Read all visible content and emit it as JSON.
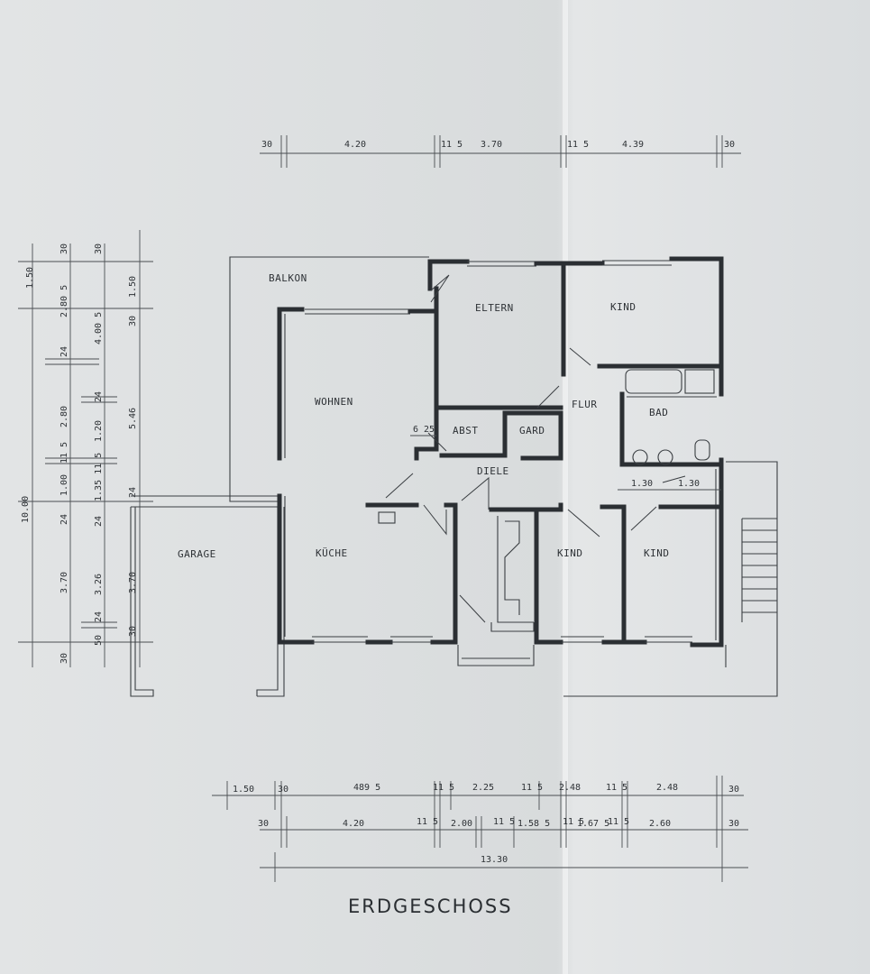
{
  "plan": {
    "title": "ERDGESCHOSS",
    "rooms": {
      "balkon": "BALKON",
      "eltern": "ELTERN",
      "kind_ne": "KIND",
      "wohnen": "WOHNEN",
      "flur": "FLUR",
      "bad": "BAD",
      "abst": "ABST",
      "gard": "GARD",
      "diele": "DIELE",
      "garage": "GARAGE",
      "kueche": "KÜCHE",
      "kind_s1": "KIND",
      "kind_s2": "KIND"
    },
    "top_dims": [
      "30",
      "4.20",
      "11 5",
      "3.70",
      "11 5",
      "4.39",
      "30"
    ],
    "bottom_row1": [
      "1.50",
      "30",
      "489 5",
      "11 5",
      "2.25",
      "11 5",
      "2.48",
      "11 5",
      "2.48",
      "30"
    ],
    "bottom_row2": [
      "30",
      "4.20",
      "11 5",
      "2.00",
      "11 5",
      "1.58 5",
      "11 5",
      "1.67 5",
      "11 5",
      "2.60",
      "30"
    ],
    "bottom_total": "13.30",
    "left_col1": [
      "1.50",
      "10.00"
    ],
    "left_col2": [
      "30",
      "2.80 5",
      "24",
      "2.80",
      "11 5",
      "1.00",
      "24",
      "3.70",
      "30"
    ],
    "left_col3": [
      "30",
      "4.00 5",
      "24",
      "1.20",
      "1.35 11 5",
      "24",
      "3.26",
      "24",
      "50"
    ],
    "left_col4": [
      "1.50",
      "30",
      "5.46",
      "24",
      "3.70",
      "30"
    ],
    "inner_dims": [
      "6 25",
      "1.30",
      "1.30"
    ]
  }
}
